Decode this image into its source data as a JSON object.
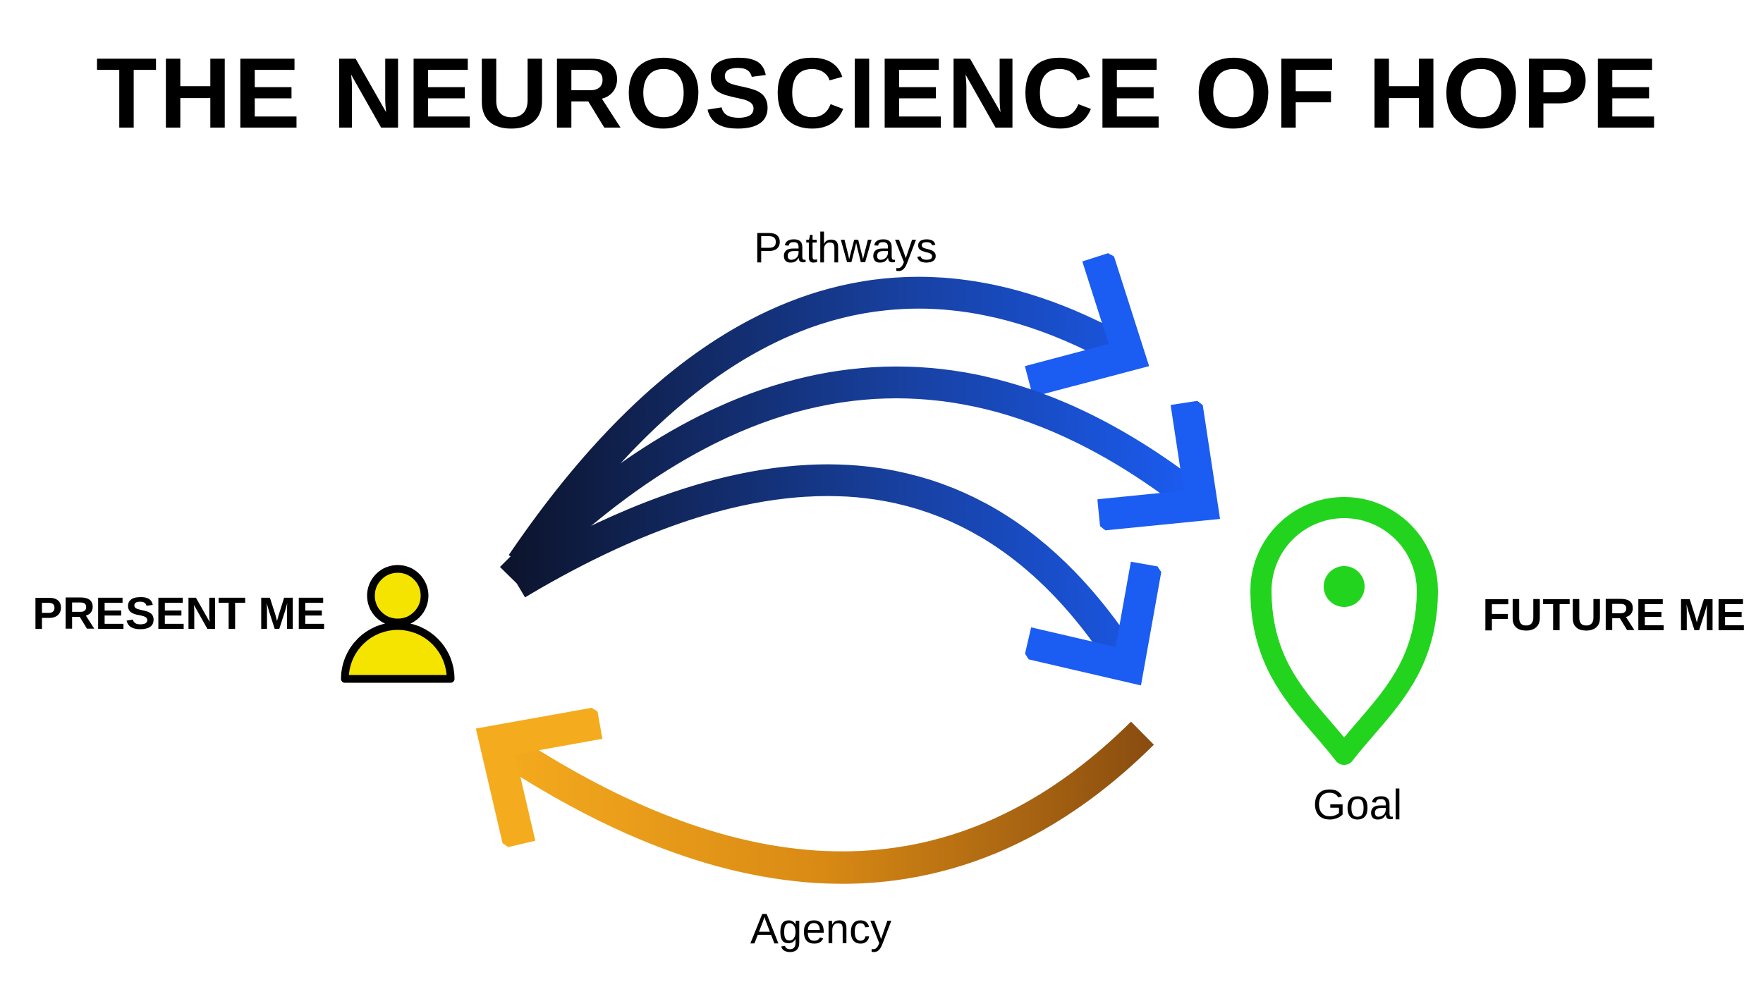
{
  "title": "THE NEUROSCIENCE OF HOPE",
  "labels": {
    "pathways": "Pathways",
    "agency": "Agency",
    "present_me": "PRESENT ME",
    "future_me": "FUTURE ME",
    "goal": "Goal"
  },
  "nodes": {
    "present_me": "person",
    "future_me": "map-pin-goal"
  },
  "edges": [
    {
      "label": "Pathways",
      "from": "PRESENT ME",
      "to": "FUTURE ME",
      "count": 3,
      "color_start": "#0c1228",
      "color_end": "#1b5cf2"
    },
    {
      "label": "Agency",
      "from": "FUTURE ME",
      "to": "PRESENT ME",
      "count": 1,
      "color_start": "#8a4d10",
      "color_end": "#f5ab1e"
    }
  ],
  "colors": {
    "background": "#ffffff",
    "text": "#000000",
    "blue_dark": "#0c1228",
    "blue_mid": "#173e9a",
    "blue_bright": "#1b5cf2",
    "orange_bright": "#f5ab1e",
    "orange_mid": "#d98a14",
    "orange_dark": "#8a4d10",
    "green": "#23d41e",
    "yellow": "#f5e400",
    "outline": "#000000",
    "white": "#ffffff"
  }
}
